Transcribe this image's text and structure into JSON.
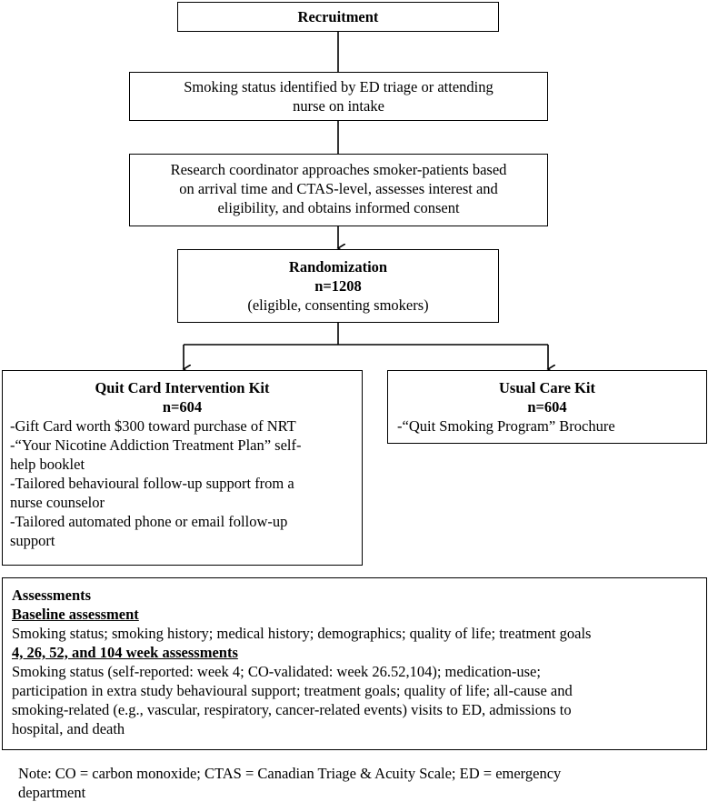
{
  "recruitment": {
    "title": "Recruitment"
  },
  "identify": {
    "line1": "Smoking status identified by ED triage or attending",
    "line2": "nurse on intake"
  },
  "approach": {
    "line1": "Research coordinator approaches smoker-patients based",
    "line2": "on arrival time and CTAS-level, assesses interest and",
    "line3": "eligibility, and obtains informed consent"
  },
  "randomization": {
    "title": "Randomization",
    "n": "n=1208",
    "note": "(eligible, consenting smokers)"
  },
  "quit_card": {
    "title": "Quit Card Intervention Kit",
    "n": "n=604",
    "lines": [
      "-Gift Card worth $300 toward purchase of NRT",
      "-“Your Nicotine Addiction Treatment Plan” self-",
      "help booklet",
      "-Tailored behavioural follow-up support from a",
      "nurse counselor",
      "-Tailored automated phone or email follow-up",
      "support"
    ]
  },
  "usual_care": {
    "title": "Usual Care Kit",
    "n": "n=604",
    "lines": [
      "-“Quit Smoking Program” Brochure"
    ]
  },
  "assessments": {
    "title": "Assessments",
    "baseline_heading": "Baseline assessment",
    "baseline_text": "Smoking status; smoking history; medical history; demographics; quality of life; treatment goals",
    "followup_heading": "4, 26, 52, and 104 week assessments",
    "followup_lines": [
      "Smoking status (self-reported: week 4; CO-validated: week 26.52,104); medication-use;",
      "participation in extra study behavioural support; treatment goals; quality of life; all-cause and",
      "smoking-related (e.g., vascular, respiratory, cancer-related events) visits to ED, admissions to",
      "hospital, and death"
    ]
  },
  "note": {
    "line1": "Note: CO = carbon monoxide; CTAS = Canadian Triage & Acuity Scale; ED = emergency",
    "line2": "department"
  }
}
